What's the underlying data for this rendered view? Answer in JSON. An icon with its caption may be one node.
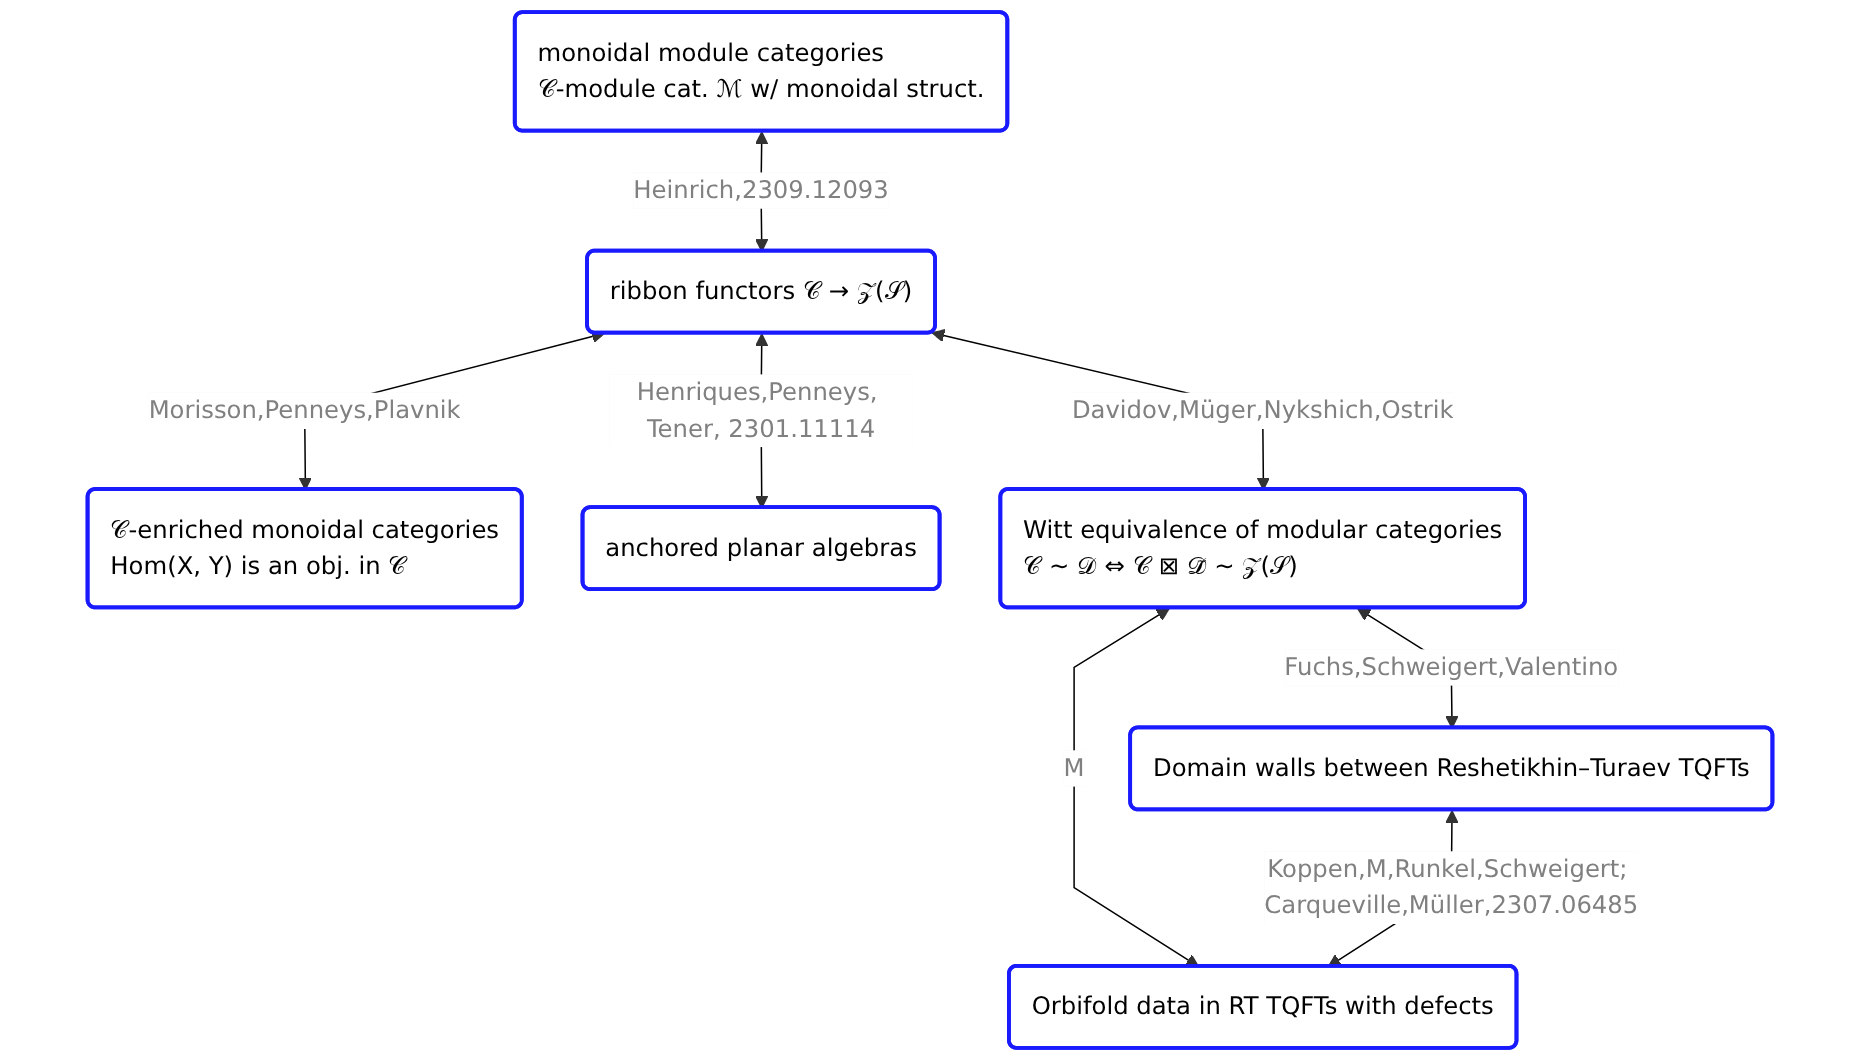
{
  "diagram": {
    "nodes": [
      {
        "text": [
          "monoidal module categories",
          "𝒞-module cat. ℳ w/ monoidal struct."
        ]
      },
      {
        "text": [
          "ribbon functors 𝒞 → 𝒵(𝒮)"
        ]
      },
      {
        "text": [
          "𝒞-enriched monoidal categories",
          "Hom(X, Y) is an obj. in 𝒞"
        ]
      },
      {
        "text": [
          "anchored planar algebras"
        ]
      },
      {
        "text": [
          "Witt equivalence of modular categories",
          "𝒞 ∼ 𝒟 ⇔ 𝒞 ⊠ 𝒟̃ ∼ 𝒵(𝒮)"
        ]
      },
      {
        "text": [
          "Domain walls between Reshetikhin–Turaev TQFTs"
        ]
      },
      {
        "text": [
          "Orbifold data in RT TQFTs with defects"
        ]
      }
    ],
    "edges": [
      {
        "from": 0,
        "to": 1,
        "arrow": "both",
        "label": "Heinrich,2309.12093"
      },
      {
        "from": 1,
        "to": 2,
        "arrow": "both",
        "label": "Morisson,Penneys,Plavnik"
      },
      {
        "from": 1,
        "to": 3,
        "arrow": "both",
        "label": "Henriques,Penneys, Tener, 2301.11114"
      },
      {
        "from": 1,
        "to": 4,
        "arrow": "both",
        "label": "Davidov,Müger,Nykshich,Ostrik"
      },
      {
        "from": 4,
        "to": 5,
        "arrow": "both",
        "label": "Fuchs,Schweigert,Valentino"
      },
      {
        "from": 4,
        "to": 6,
        "arrow": "both",
        "label": "M"
      },
      {
        "from": 5,
        "to": 6,
        "arrow": "both",
        "label": "Koppen,M,Runkel,Schweigert; Carqueville,Müller,2307.06485"
      }
    ]
  }
}
